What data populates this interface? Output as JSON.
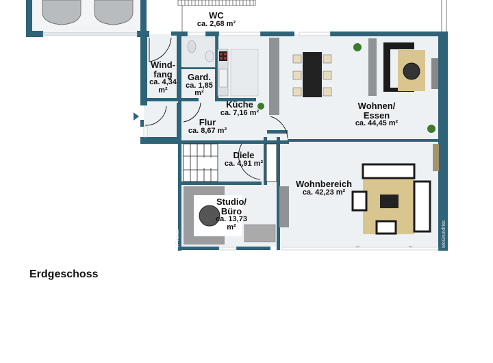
{
  "floor": {
    "caption": "Erdgeschoss",
    "wall_color": "#2e6378",
    "floor_color": "#eef1f4",
    "rooms": [
      {
        "name": "WC",
        "area": "ca. 2,68 m²"
      },
      {
        "name": "Wind-\nfang",
        "area": "ca. 4,34 m²"
      },
      {
        "name": "Gard.",
        "area": "ca. 1,85 m²"
      },
      {
        "name": "Küche",
        "area": "ca. 7,16 m²"
      },
      {
        "name": "Flur",
        "area": "ca. 8,67 m²"
      },
      {
        "name": "Wohnen/ Essen",
        "area": "ca. 44,45 m²"
      },
      {
        "name": "Diele",
        "area": "ca. 4,91 m²"
      },
      {
        "name": "Wohnbereich",
        "area": "ca. 42,23 m²"
      },
      {
        "name": "Studio/ Büro",
        "area": "ca. 13,73 m²"
      }
    ],
    "watermarks": {
      "left": "VPvisual",
      "right": "MoGrundriss"
    }
  }
}
